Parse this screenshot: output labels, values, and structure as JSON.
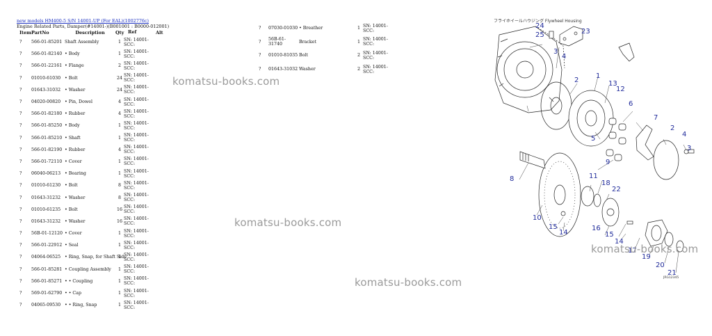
{
  "header": {
    "link_text": "new models HM400-5 S/N 14001-UP (For EAL)(1002776c)",
    "subtitle": "Engine Related Parts, Damper(#14001-)(B001001 : B0000-012001)"
  },
  "columns": [
    "Item",
    "PartNo",
    "Description",
    "Qty",
    "Ref",
    "Alt"
  ],
  "rows_left": [
    {
      "item": "?",
      "part": "566-01-85201",
      "desc": "Shaft Assembly",
      "qty": "1",
      "ref": "SN: 14001-SCC:"
    },
    {
      "item": "?",
      "part": "566-01-82140",
      "desc": "• Body",
      "qty": "1",
      "ref": "SN: 14001-SCC:"
    },
    {
      "item": "?",
      "part": "566-01-22161",
      "desc": "• Flange",
      "qty": "2",
      "ref": "SN: 14001-SCC:"
    },
    {
      "item": "?",
      "part": "01010-61030",
      "desc": "• Bolt",
      "qty": "24",
      "ref": "SN: 14001-SCC:"
    },
    {
      "item": "?",
      "part": "01643-31032",
      "desc": "• Washer",
      "qty": "24",
      "ref": "SN: 14001-SCC:"
    },
    {
      "item": "?",
      "part": "04020-00820",
      "desc": "• Pin, Dowel",
      "qty": "4",
      "ref": "SN: 14001-SCC:"
    },
    {
      "item": "?",
      "part": "566-01-82180",
      "desc": "• Rubber",
      "qty": "4",
      "ref": "SN: 14001-SCC:"
    },
    {
      "item": "?",
      "part": "566-01-85250",
      "desc": "• Body",
      "qty": "1",
      "ref": "SN: 14001-SCC:"
    },
    {
      "item": "?",
      "part": "566-01-85210",
      "desc": "• Shaft",
      "qty": "1",
      "ref": "SN: 14001-SCC:"
    },
    {
      "item": "?",
      "part": "566-01-82190",
      "desc": "• Rubber",
      "qty": "4",
      "ref": "SN: 14001-SCC:"
    },
    {
      "item": "?",
      "part": "566-01-72110",
      "desc": "• Cover",
      "qty": "1",
      "ref": "SN: 14001-SCC:"
    },
    {
      "item": "?",
      "part": "06040-06213",
      "desc": "• Bearing",
      "qty": "1",
      "ref": "SN: 14001-SCC:"
    },
    {
      "item": "?",
      "part": "01010-61230",
      "desc": "• Bolt",
      "qty": "8",
      "ref": "SN: 14001-SCC:"
    },
    {
      "item": "?",
      "part": "01643-31232",
      "desc": "• Washer",
      "qty": "8",
      "ref": "SN: 14001-SCC:"
    },
    {
      "item": "?",
      "part": "01010-61235",
      "desc": "• Bolt",
      "qty": "16",
      "ref": "SN: 14001-SCC:"
    },
    {
      "item": "?",
      "part": "01643-31232",
      "desc": "• Washer",
      "qty": "16",
      "ref": "SN: 14001-SCC:"
    },
    {
      "item": "?",
      "part": "56B-01-12120",
      "desc": "• Cover",
      "qty": "1",
      "ref": "SN: 14001-SCC:"
    },
    {
      "item": "?",
      "part": "566-01-22912",
      "desc": "• Seal",
      "qty": "1",
      "ref": "SN: 14001-SCC:"
    },
    {
      "item": "?",
      "part": "04064-06525",
      "desc": "• Ring, Snap, for Shaft Side",
      "qty": "1",
      "ref": "SN: 14001-SCC:"
    },
    {
      "item": "?",
      "part": "566-01-85281",
      "desc": "• Coupling Assembly",
      "qty": "1",
      "ref": "SN: 14001-SCC:"
    },
    {
      "item": "?",
      "part": "566-01-85271",
      "desc": "• • Coupling",
      "qty": "1",
      "ref": "SN: 14001-SCC:"
    },
    {
      "item": "?",
      "part": "569-01-62790",
      "desc": "• • Cap",
      "qty": "1",
      "ref": "SN: 14001-SCC:"
    },
    {
      "item": "?",
      "part": "04065-09530",
      "desc": "• • Ring, Snap",
      "qty": "1",
      "ref": "SN: 14001-SCC:"
    }
  ],
  "rows_right": [
    {
      "item": "?",
      "part": "07030-01030",
      "desc": "• Breather",
      "qty": "1",
      "ref": "SN: 14001-SCC:"
    },
    {
      "item": "?",
      "part": "56B-61-31740",
      "desc": "Bracket",
      "qty": "1",
      "ref": "SN: 14001-SCC:"
    },
    {
      "item": "?",
      "part": "01010-81035",
      "desc": "Bolt",
      "qty": "2",
      "ref": "SN: 14001-SCC:"
    },
    {
      "item": "?",
      "part": "01643-31032",
      "desc": "Washer",
      "qty": "2",
      "ref": "SN: 14001-SCC:"
    }
  ],
  "watermark": "komatsu-books.com",
  "diagram": {
    "housing_label": "フライホイールハウジング Flywheel Housing",
    "drawing_no": "JRG12345",
    "callouts": [
      "1",
      "2",
      "3",
      "4",
      "5",
      "6",
      "7",
      "2",
      "4",
      "3",
      "8",
      "9",
      "10",
      "11",
      "12",
      "13",
      "14",
      "15",
      "16",
      "17",
      "18",
      "19",
      "20",
      "21",
      "22",
      "23",
      "24",
      "25",
      "14",
      "15"
    ]
  }
}
